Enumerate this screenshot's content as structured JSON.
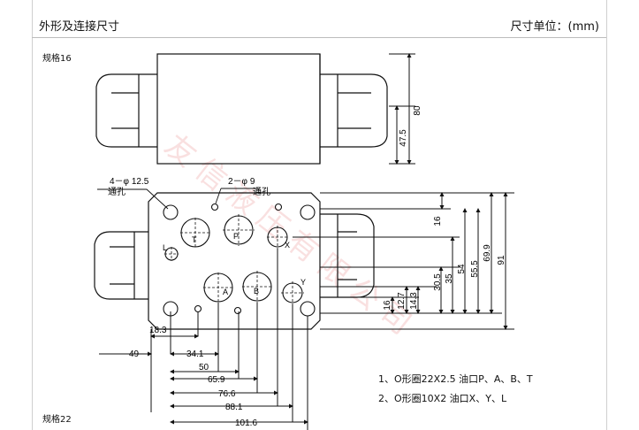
{
  "header": {
    "title": "外形及连接尺寸",
    "units": "尺寸单位：(mm)"
  },
  "sections": {
    "size16": "规格16",
    "size22": "规格22"
  },
  "watermark": "友信液压有限公司",
  "callouts": {
    "through_hole_large": "4－φ 12.5",
    "through_hole_large_sub": "通孔",
    "through_hole_small": "2－φ 9",
    "through_hole_small_sub": "通孔"
  },
  "dimensions": {
    "top_height_80": "80",
    "top_height_47_5": "47.5",
    "right_16_top": "16",
    "right_30_5": "30.5",
    "right_35": "35",
    "right_54": "54",
    "right_55_5": "55.5",
    "right_69_9": "69.9",
    "right_91": "91",
    "right_16_bottom": "16",
    "right_12_7": "12.7",
    "right_14_3": "14.3",
    "bottom_18_3": "18.3",
    "bottom_49": "49",
    "bottom_34_1": "34.1",
    "bottom_50": "50",
    "bottom_65_9": "65.9",
    "bottom_76_6": "76.6",
    "bottom_88_1": "88.1",
    "bottom_101_6": "101.6"
  },
  "ports": {
    "T": "T",
    "P": "P",
    "A": "A",
    "B": "B",
    "X": "X",
    "Y": "Y",
    "L": "L"
  },
  "notes": [
    "1、O形圈22X2.5 油口P、A、B、T",
    "2、O形圈10X2 油口X、Y、L"
  ]
}
